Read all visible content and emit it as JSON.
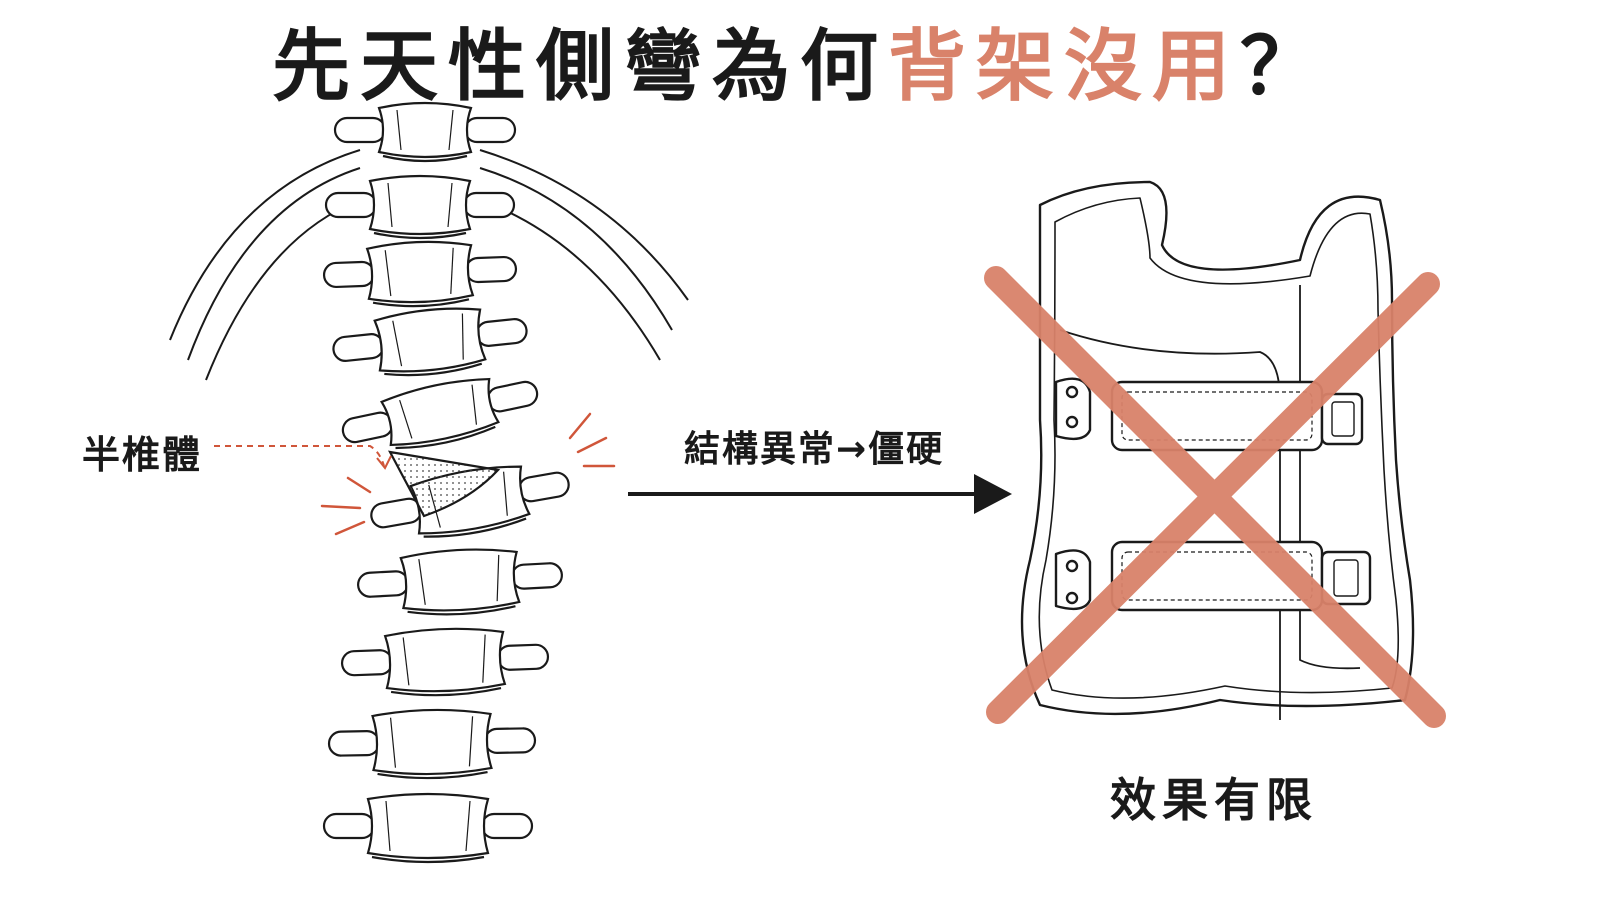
{
  "title": {
    "part1": "先天性側彎為何",
    "part2": "背架沒用",
    "part3": "？"
  },
  "labels": {
    "hemivertebra": "半椎體",
    "structure": "結構異常→僵硬",
    "effect": "效果有限"
  },
  "icons": {
    "spine": "spine-illustration",
    "brace": "back-brace-illustration",
    "cross": "red-x-icon",
    "arrow": "right-arrow-icon"
  },
  "colors": {
    "accent": "#d9826a",
    "ink": "#1a1a1a"
  }
}
